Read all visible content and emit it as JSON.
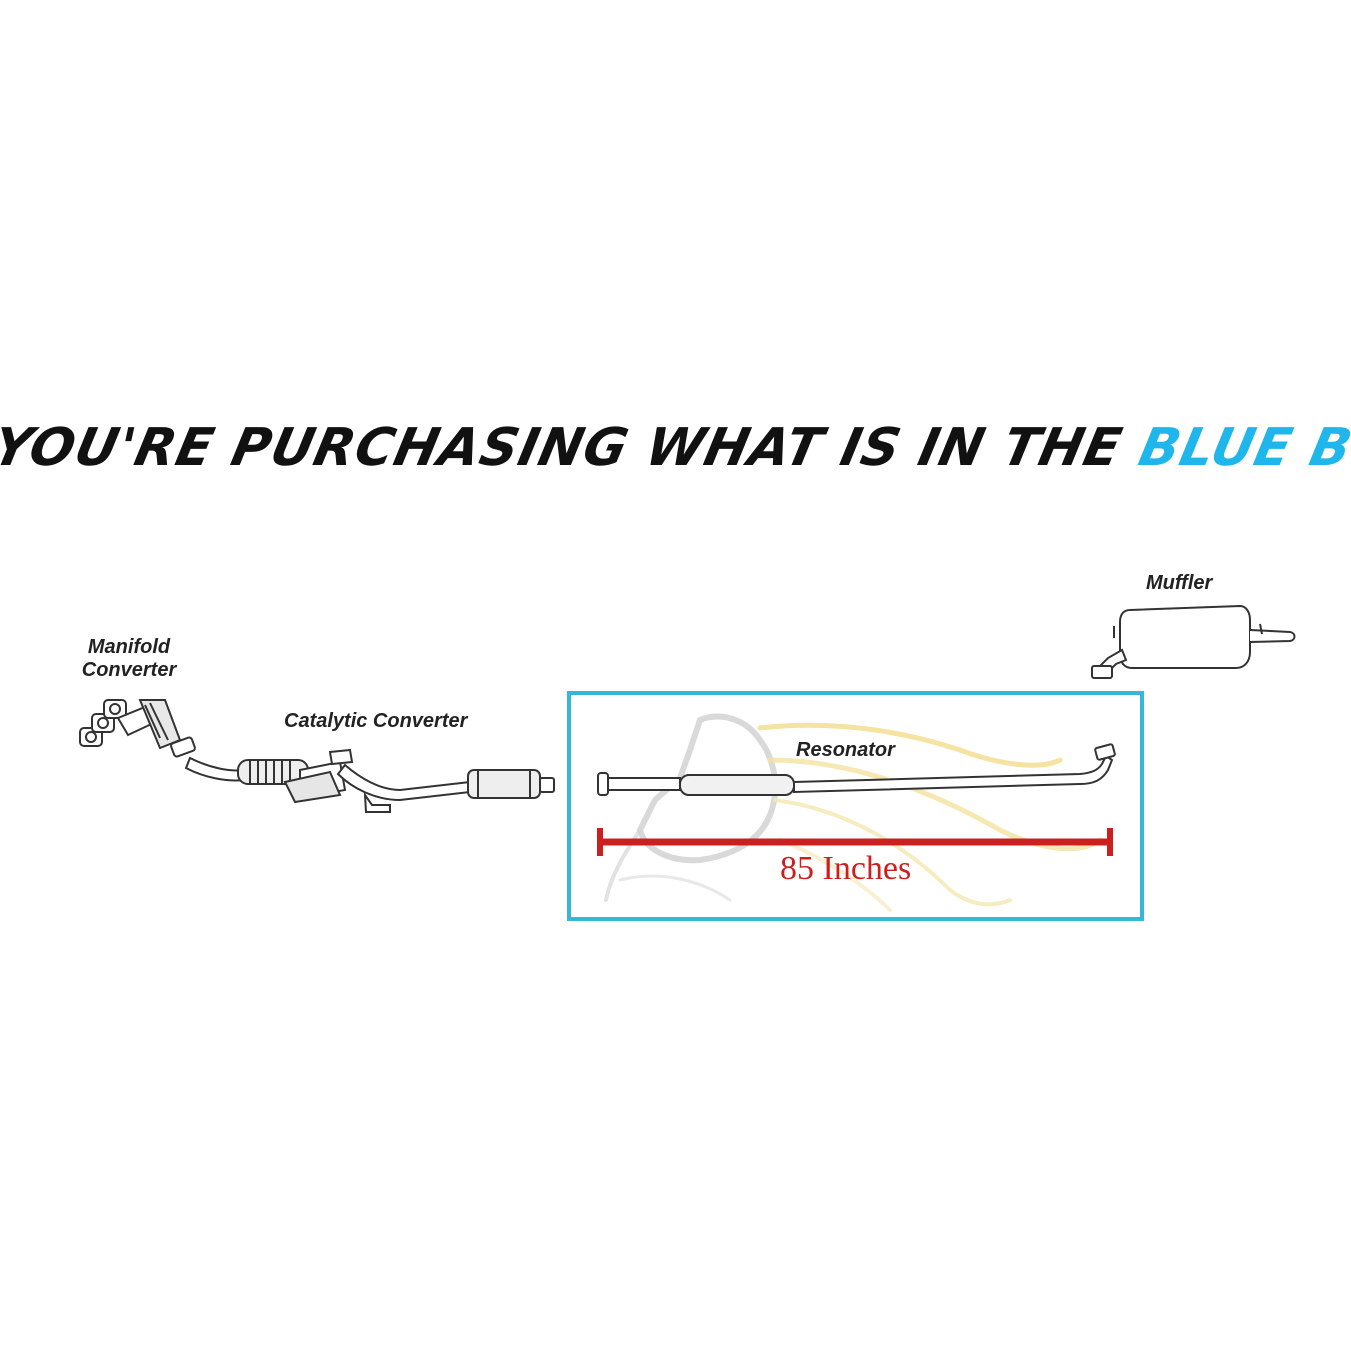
{
  "headline": {
    "part1": "YOU'RE PURCHASING WHAT IS IN THE ",
    "part2": "BLUE BOX"
  },
  "labels": {
    "manifold_line1": "Manifold",
    "manifold_line2": "Converter",
    "catalytic": "Catalytic Converter",
    "resonator": "Resonator",
    "muffler": "Muffler"
  },
  "measurement": {
    "text": "85 Inches"
  },
  "colors": {
    "blue_box": "#35b8d6",
    "headline_blue": "#1fb6ec",
    "measure_red": "#cc1f1f",
    "pipe_stroke": "#333333"
  }
}
